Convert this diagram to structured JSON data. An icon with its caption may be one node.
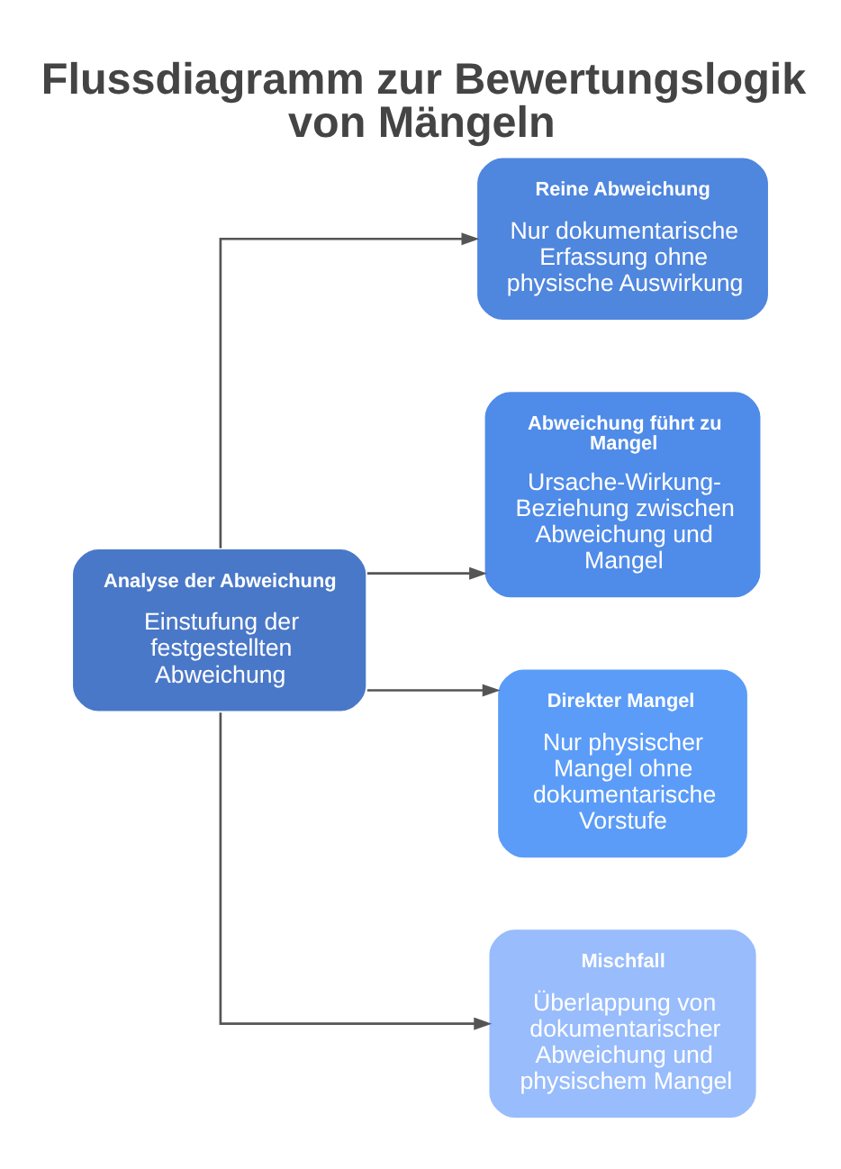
{
  "diagram": {
    "title": "Flussdiagramm zur Bewertungslogik von Mängeln",
    "nodes": [
      {
        "text": [
          "Analyse der Abweichung",
          "Einstufung der festgestellten Abweichung"
        ]
      },
      {
        "text": [
          "Reine Abweichung",
          "Nur dokumentarische Erfassung ohne physische Auswirkung"
        ]
      },
      {
        "text": [
          "Abweichung führt zu Mangel",
          "Ursache-Wirkung-Beziehung zwischen Abweichung und Mangel"
        ]
      },
      {
        "text": [
          "Direkter Mangel",
          "Nur physischer Mangel ohne dokumentarische Vorstufe"
        ]
      },
      {
        "text": [
          "Mischfall",
          "Überlappung von dokumentarischer Abweichung und physischem Mangel"
        ]
      }
    ],
    "edges": [
      {
        "from": 0,
        "to": 1,
        "arrow": "to"
      },
      {
        "from": 0,
        "to": 2,
        "arrow": "to"
      },
      {
        "from": 0,
        "to": 3,
        "arrow": "to"
      },
      {
        "from": 0,
        "to": 4,
        "arrow": "to"
      }
    ]
  }
}
